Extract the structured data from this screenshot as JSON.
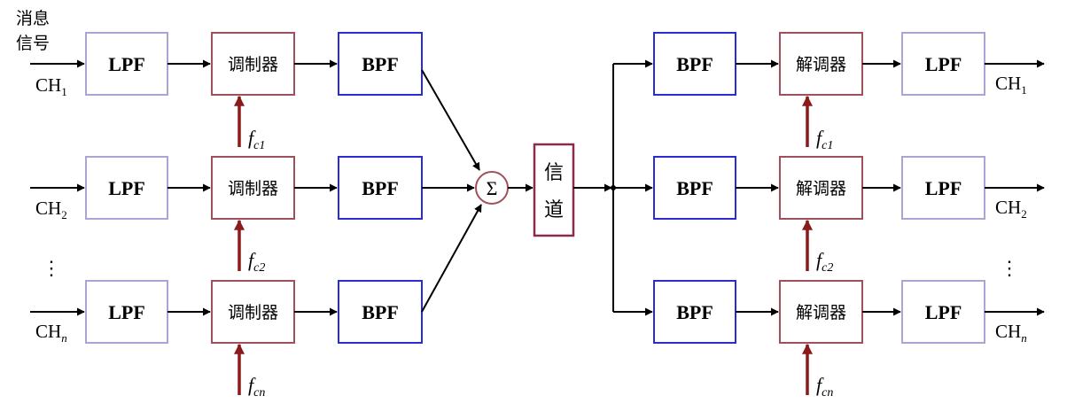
{
  "diagram": {
    "input_header": {
      "line1": "消息",
      "line2": "信号"
    },
    "labels": {
      "lpf": "LPF",
      "bpf": "BPF",
      "modulator": "调制器",
      "demodulator": "解调器",
      "sum": "Σ",
      "channel_line1": "信",
      "channel_line2": "道",
      "ellipsis": "⋮"
    },
    "channels": [
      {
        "ch_base": "CH",
        "ch_sub": "1",
        "carrier_base": "f",
        "carrier_sub": "c1"
      },
      {
        "ch_base": "CH",
        "ch_sub": "2",
        "carrier_base": "f",
        "carrier_sub": "c2"
      },
      {
        "ch_base": "CH",
        "ch_sub": "n",
        "carrier_base": "f",
        "carrier_sub": "cn"
      }
    ],
    "colors": {
      "lpf_border": "#a9a6d6",
      "bpf_border": "#2a2ad6",
      "mod_border": "#a0505a",
      "carrier_arrow": "#8b1a1a",
      "line": "#000000"
    }
  }
}
